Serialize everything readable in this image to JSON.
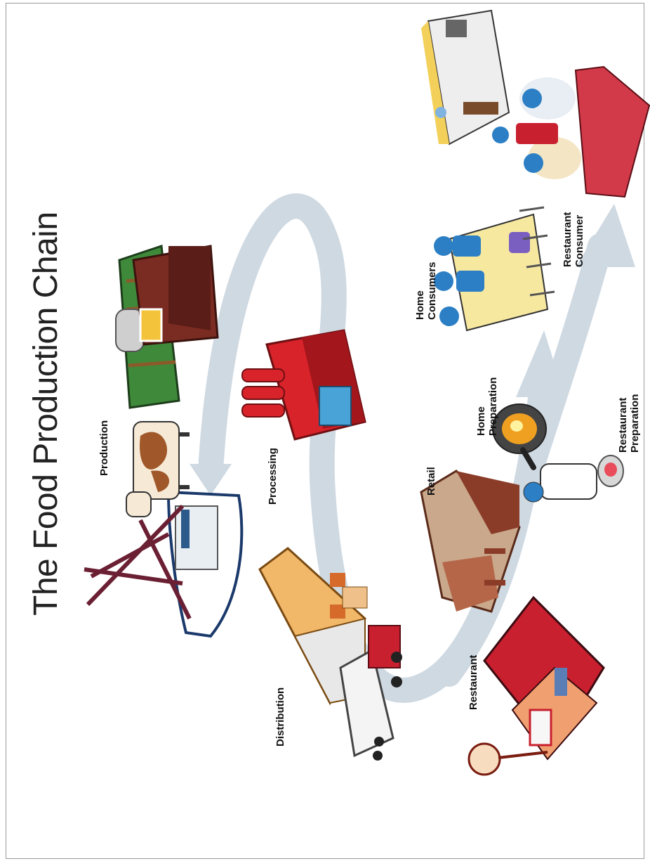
{
  "title": "The Food Production Chain",
  "stages": {
    "production": "Production",
    "processing": "Processing",
    "distribution": "Distribution",
    "retail": "Retail",
    "restaurant": "Restaurant",
    "home_preparation": [
      "Home",
      "Preparation"
    ],
    "restaurant_preparation": [
      "Restaurant",
      "Preparation"
    ],
    "home_consumers": [
      "Home",
      "Consumers"
    ],
    "restaurant_consumer": [
      "Restaurant",
      "Consumer"
    ]
  },
  "colors": {
    "flow_arrow": "#cfd9e2",
    "barn_red": "#8b2a22",
    "factory_red": "#d8232a",
    "warehouse_tan": "#f2b86a",
    "restaurant_red": "#c8202f",
    "consumer_blue": "#2c7fc4"
  }
}
